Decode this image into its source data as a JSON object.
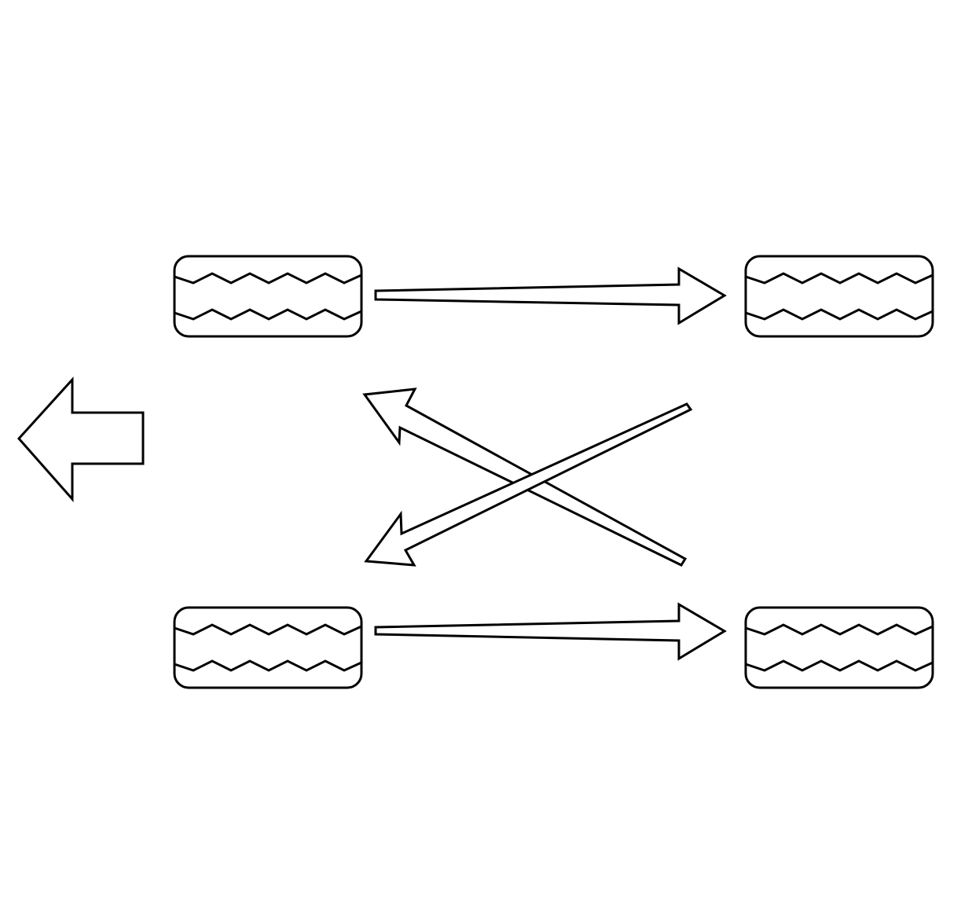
{
  "diagram": {
    "type": "tire-rotation-pattern",
    "colors": {
      "background": "#ffffff",
      "line": "#000000"
    },
    "direction_indicator": {
      "icon": "arrow-left-icon",
      "meaning": "vehicle-front"
    },
    "tires": [
      {
        "id": "left-front",
        "icon": "tire-icon"
      },
      {
        "id": "right-front",
        "icon": "tire-icon"
      },
      {
        "id": "left-rear",
        "icon": "tire-icon"
      },
      {
        "id": "right-rear",
        "icon": "tire-icon"
      }
    ],
    "rotations": [
      {
        "from": "left-front",
        "to": "right-front",
        "icon": "arrow-right-icon"
      },
      {
        "from": "left-rear",
        "to": "right-rear",
        "icon": "arrow-right-icon"
      },
      {
        "from": "right-rear",
        "to": "left-front",
        "icon": "diagonal-arrow-icon"
      },
      {
        "from": "right-front",
        "to": "left-rear",
        "icon": "diagonal-arrow-icon"
      }
    ]
  }
}
